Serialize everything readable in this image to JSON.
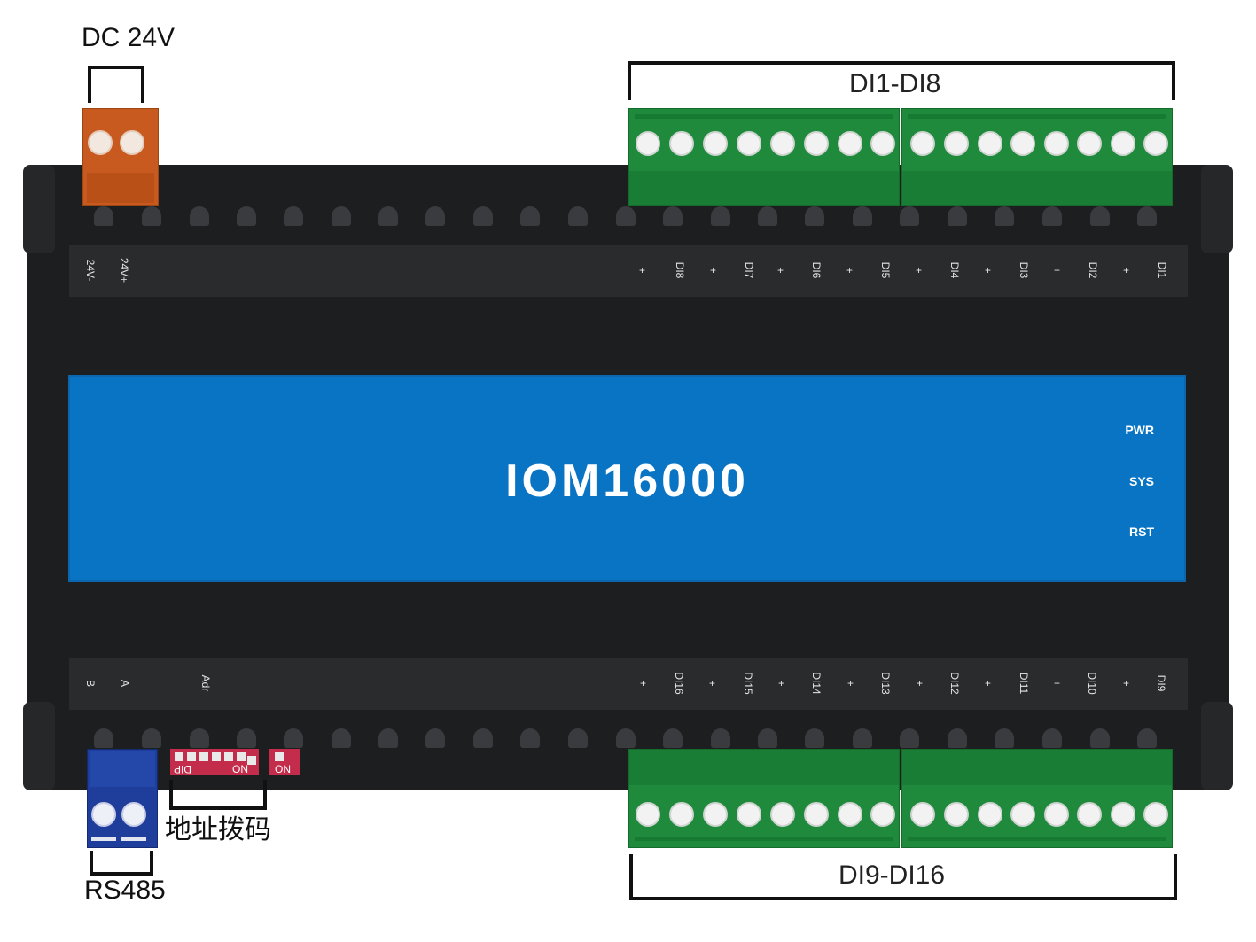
{
  "callouts": {
    "power": "DC 24V",
    "di_top": "DI1-DI8",
    "di_bottom": "DI9-DI16",
    "rs485": "RS485",
    "address_dip": "地址拨码"
  },
  "device": {
    "model": "IOM16000",
    "leds": [
      "PWR",
      "SYS",
      "RST"
    ]
  },
  "top_labels": {
    "power": [
      "24V-",
      "24V+"
    ],
    "channels": [
      {
        "plus": "+",
        "name": "DI8"
      },
      {
        "plus": "+",
        "name": "DI7"
      },
      {
        "plus": "+",
        "name": "DI6"
      },
      {
        "plus": "+",
        "name": "DI5"
      },
      {
        "plus": "+",
        "name": "DI4"
      },
      {
        "plus": "+",
        "name": "DI3"
      },
      {
        "plus": "+",
        "name": "DI2"
      },
      {
        "plus": "+",
        "name": "DI1"
      }
    ]
  },
  "bottom_labels": {
    "comm": [
      "B",
      "A"
    ],
    "adr": "Adr",
    "channels": [
      {
        "plus": "+",
        "name": "DI16"
      },
      {
        "plus": "+",
        "name": "DI15"
      },
      {
        "plus": "+",
        "name": "DI14"
      },
      {
        "plus": "+",
        "name": "DI13"
      },
      {
        "plus": "+",
        "name": "DI12"
      },
      {
        "plus": "+",
        "name": "DI11"
      },
      {
        "plus": "+",
        "name": "DI10"
      },
      {
        "plus": "+",
        "name": "DI9"
      }
    ]
  },
  "dip": {
    "label_dip": "DIP",
    "label_on_1": "ON",
    "label_on_2": "ON"
  },
  "colors": {
    "enclosure": "#1d1e20",
    "panel": "#0a74c4",
    "terminal_green": "#1f8a3c",
    "power_terminal": "#c85a20",
    "rs485_terminal": "#1f3d9a",
    "dip_switch": "#c42c4c"
  }
}
